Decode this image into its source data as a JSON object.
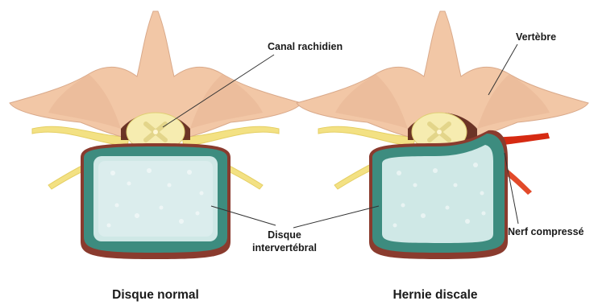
{
  "labels": {
    "canal": "Canal rachidien",
    "vertebre": "Vertèbre",
    "nerf": "Nerf compressé",
    "disque_line1": "Disque",
    "disque_line2": "intervertébral"
  },
  "captions": {
    "left": "Disque normal",
    "right": "Hernie discale"
  },
  "colors": {
    "bone": "#f2c7a6",
    "bone_shadow": "#d9a98a",
    "disc_rim": "#3d8c7f",
    "disc_fill": "#cfe8e6",
    "disc_base": "#8a3b2e",
    "cord": "#f6ecb0",
    "nerve": "#f3e183",
    "compressed_nerve": "#d62a12",
    "canal_dark": "#5c2418"
  }
}
